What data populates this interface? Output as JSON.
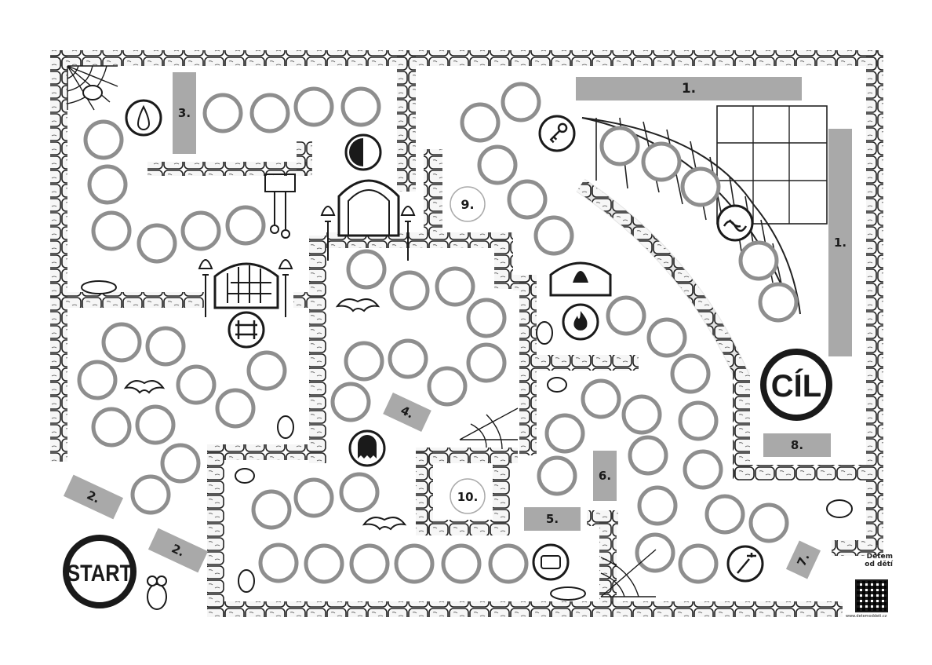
{
  "board": {
    "start_label": "START",
    "finish_label": "CÍL",
    "path_labels": {
      "l1_top": "1.",
      "l1_right": "1.",
      "l2_a": "2.",
      "l2_b": "2.",
      "l3": "3.",
      "l4": "4.",
      "l5": "5.",
      "l6": "6.",
      "l7": "7.",
      "l8": "8.",
      "l9": "9.",
      "l10": "10."
    },
    "brand": {
      "name_line1": "Dětem",
      "name_line2": "od dětí",
      "url": "www.detemoddeti.cz"
    },
    "colors": {
      "space_ring": "#8e8e8e",
      "label_bg": "#a9a9a9",
      "ink": "#1a1a1a",
      "stone_fill": "#f4f4f4"
    },
    "special_icons": [
      "water-drop-icon",
      "half-moon-icon",
      "key-icon",
      "rope-knot-icon",
      "fire-icon",
      "gate-icon",
      "ghost-icon",
      "treasure-icon",
      "magic-wand-icon"
    ]
  }
}
